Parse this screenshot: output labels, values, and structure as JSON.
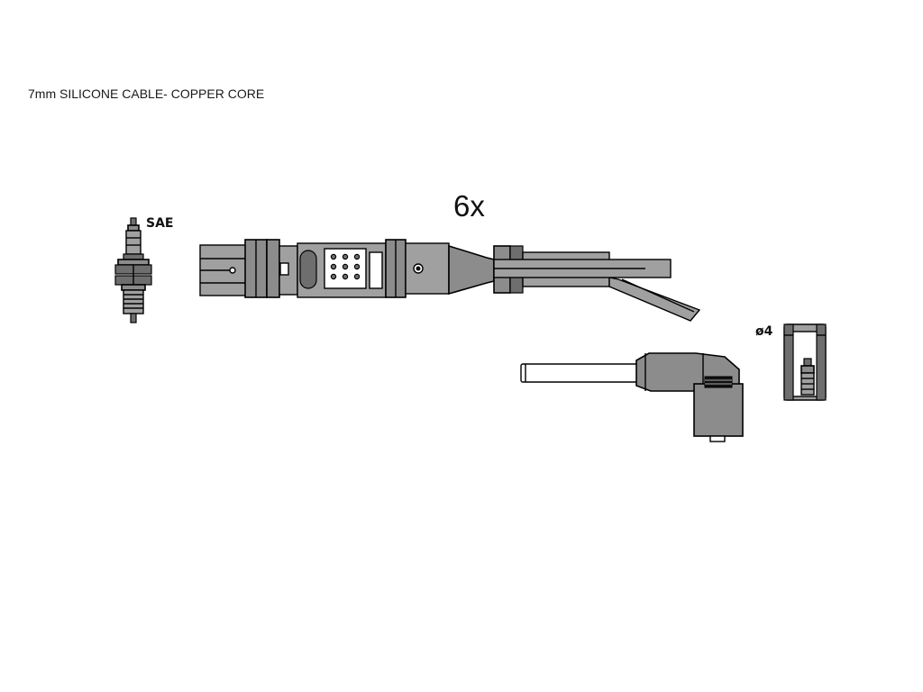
{
  "caption": "7mm SILICONE CABLE- COPPER CORE",
  "quantity": "6x",
  "plug_label": "SAE",
  "terminal_label": "ø4",
  "colors": {
    "part_fill": "#8c8c8c",
    "outline": "#000000",
    "background": "#ffffff"
  },
  "icons": {
    "spark_plug": "spark-plug-icon",
    "straight_boot": "straight-coil-boot-icon",
    "angled_boot": "angled-plug-boot-icon",
    "terminal": "terminal-sleeve-icon"
  }
}
